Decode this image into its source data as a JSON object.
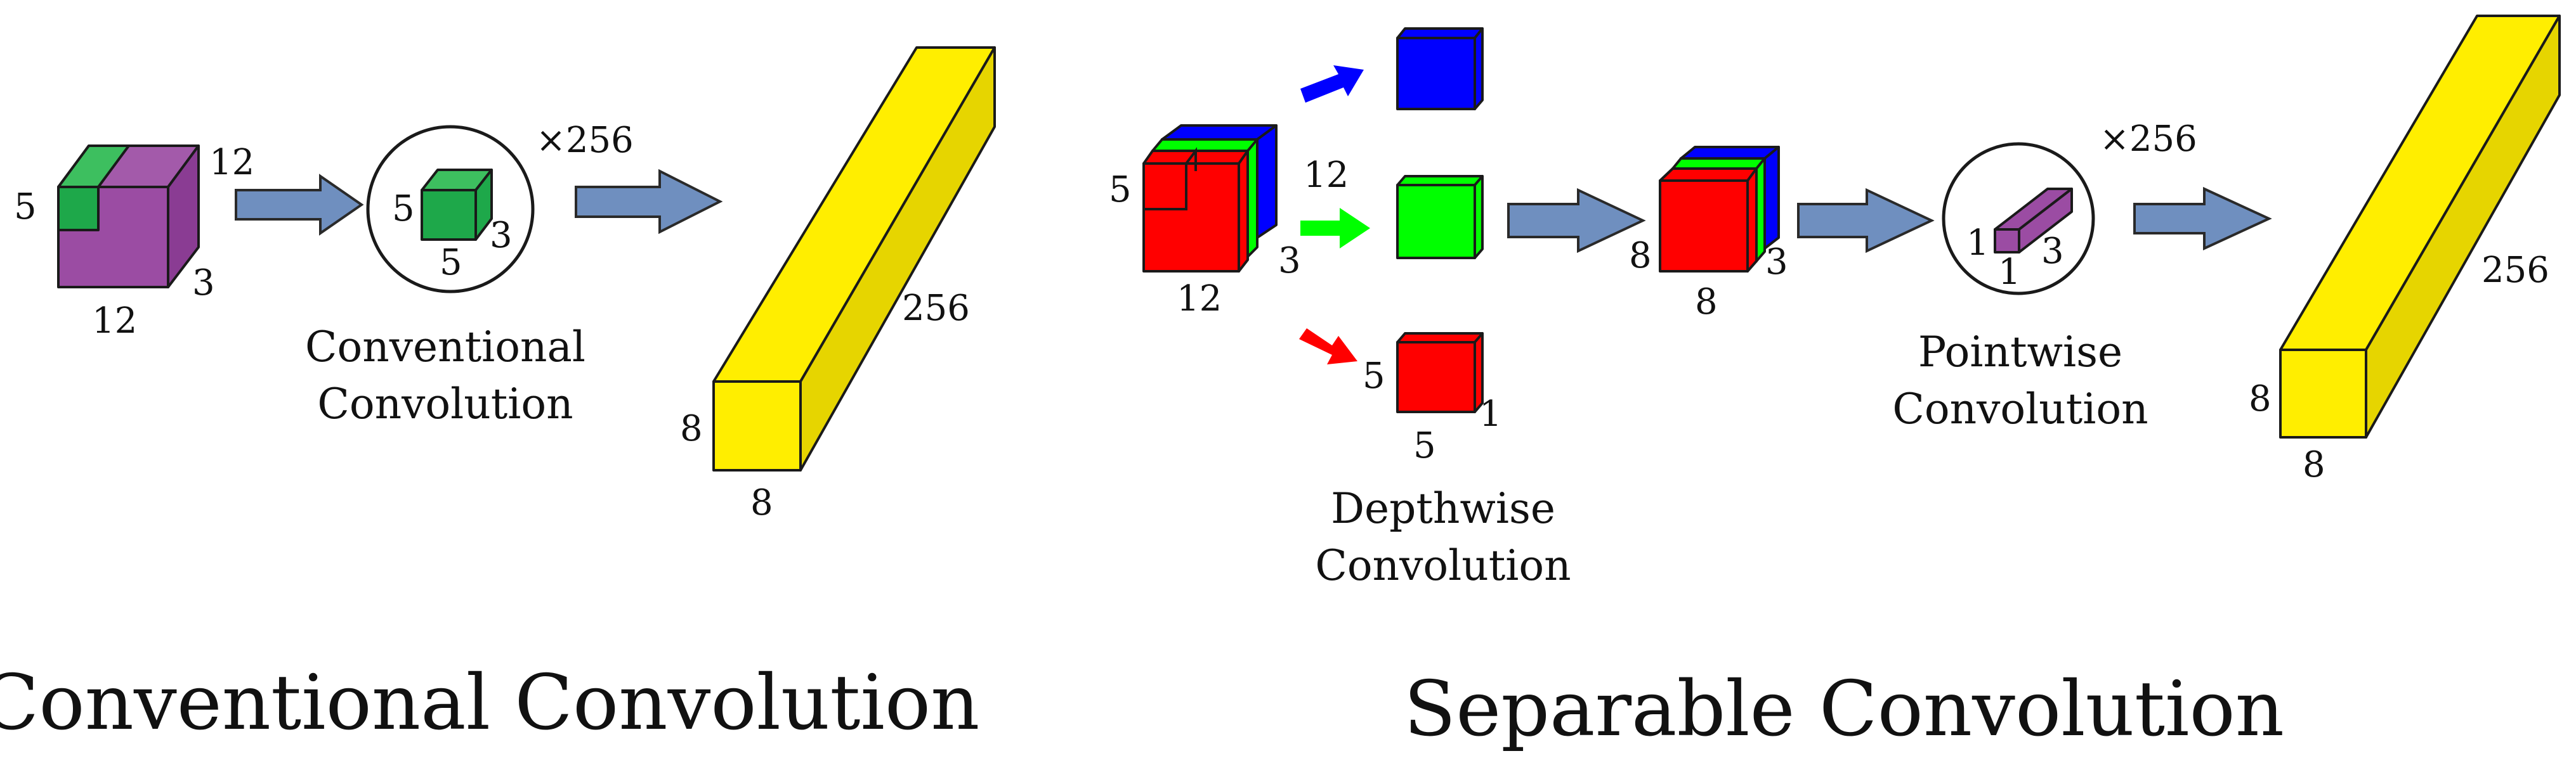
{
  "colors": {
    "input_volume": "#9b4ca3",
    "input_volume_top": "#a35aaa",
    "input_volume_side": "#8a3c93",
    "kernel_green": "#1ea84a",
    "kernel_green_light": "#3dbf5f",
    "depth_red": "#ff0000",
    "depth_green": "#00ff00",
    "depth_blue": "#0000ff",
    "output_yellow": "#ffee00",
    "output_yellow_dark": "#e6d500",
    "pointwise_kernel": "#9b4ca3",
    "flow_arrow": "#6f8fbf"
  },
  "conventional": {
    "input": {
      "height": "5",
      "width": "12",
      "depth": "3",
      "bottom": "12"
    },
    "kernel": {
      "height": "5",
      "width": "5",
      "depth": "3"
    },
    "multiplier": "×256",
    "kernel_label_line1": "Conventional",
    "kernel_label_line2": "Convolution",
    "output": {
      "height": "8",
      "width": "8",
      "length": "256"
    },
    "title": "Conventional Convolution"
  },
  "separable": {
    "input": {
      "height": "5",
      "width": "12",
      "depth": "3",
      "bottom": "12"
    },
    "depthwise_kernel": {
      "height": "5",
      "width": "5",
      "depth": "1"
    },
    "depthwise_label_line1": "Depthwise",
    "depthwise_label_line2": "Convolution",
    "intermediate": {
      "height": "8",
      "width": "8",
      "depth": "3"
    },
    "pointwise_kernel": {
      "height": "1",
      "width": "1",
      "depth": "3"
    },
    "multiplier": "×256",
    "pointwise_label_line1": "Pointwise",
    "pointwise_label_line2": "Convolution",
    "output": {
      "height": "8",
      "width": "8",
      "length": "256"
    },
    "title": "Separable Convolution"
  }
}
